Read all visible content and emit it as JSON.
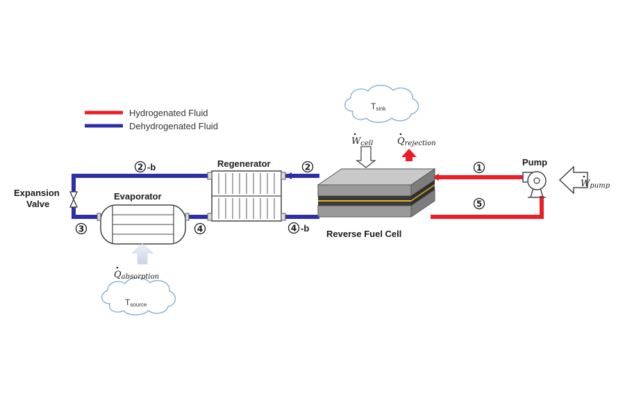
{
  "legend": {
    "hydrogenated": "Hydrogenated Fluid",
    "dehydrogenated": "Dehydrogenated Fluid"
  },
  "components": {
    "expansion_valve_line1": "Expansion",
    "expansion_valve_line2": "Valve",
    "evaporator": "Evaporator",
    "regenerator": "Regenerator",
    "reverse_fuel_cell": "Reverse Fuel Cell",
    "pump": "Pump"
  },
  "state_points": {
    "p1": "1",
    "p2": "2",
    "p2b_num": "2",
    "p2b_suffix": "-b",
    "p3": "3",
    "p4": "4",
    "p4b_num": "4",
    "p4b_suffix": "-b",
    "p5": "5"
  },
  "quantities": {
    "w_cell": {
      "symbol": "W",
      "sub": "cell"
    },
    "q_rejection": {
      "symbol": "Q",
      "sub": "rejection"
    },
    "w_pump": {
      "symbol": "W",
      "sub": "pump"
    },
    "q_absorption": {
      "symbol": "Q",
      "sub": "absorption"
    }
  },
  "reservoirs": {
    "sink": {
      "symbol": "T",
      "sub": "sink"
    },
    "source": {
      "symbol": "T",
      "sub": "source"
    }
  },
  "colors": {
    "hydrogenated": "#ee1c24",
    "dehydrogenated": "#2e2ea8"
  }
}
